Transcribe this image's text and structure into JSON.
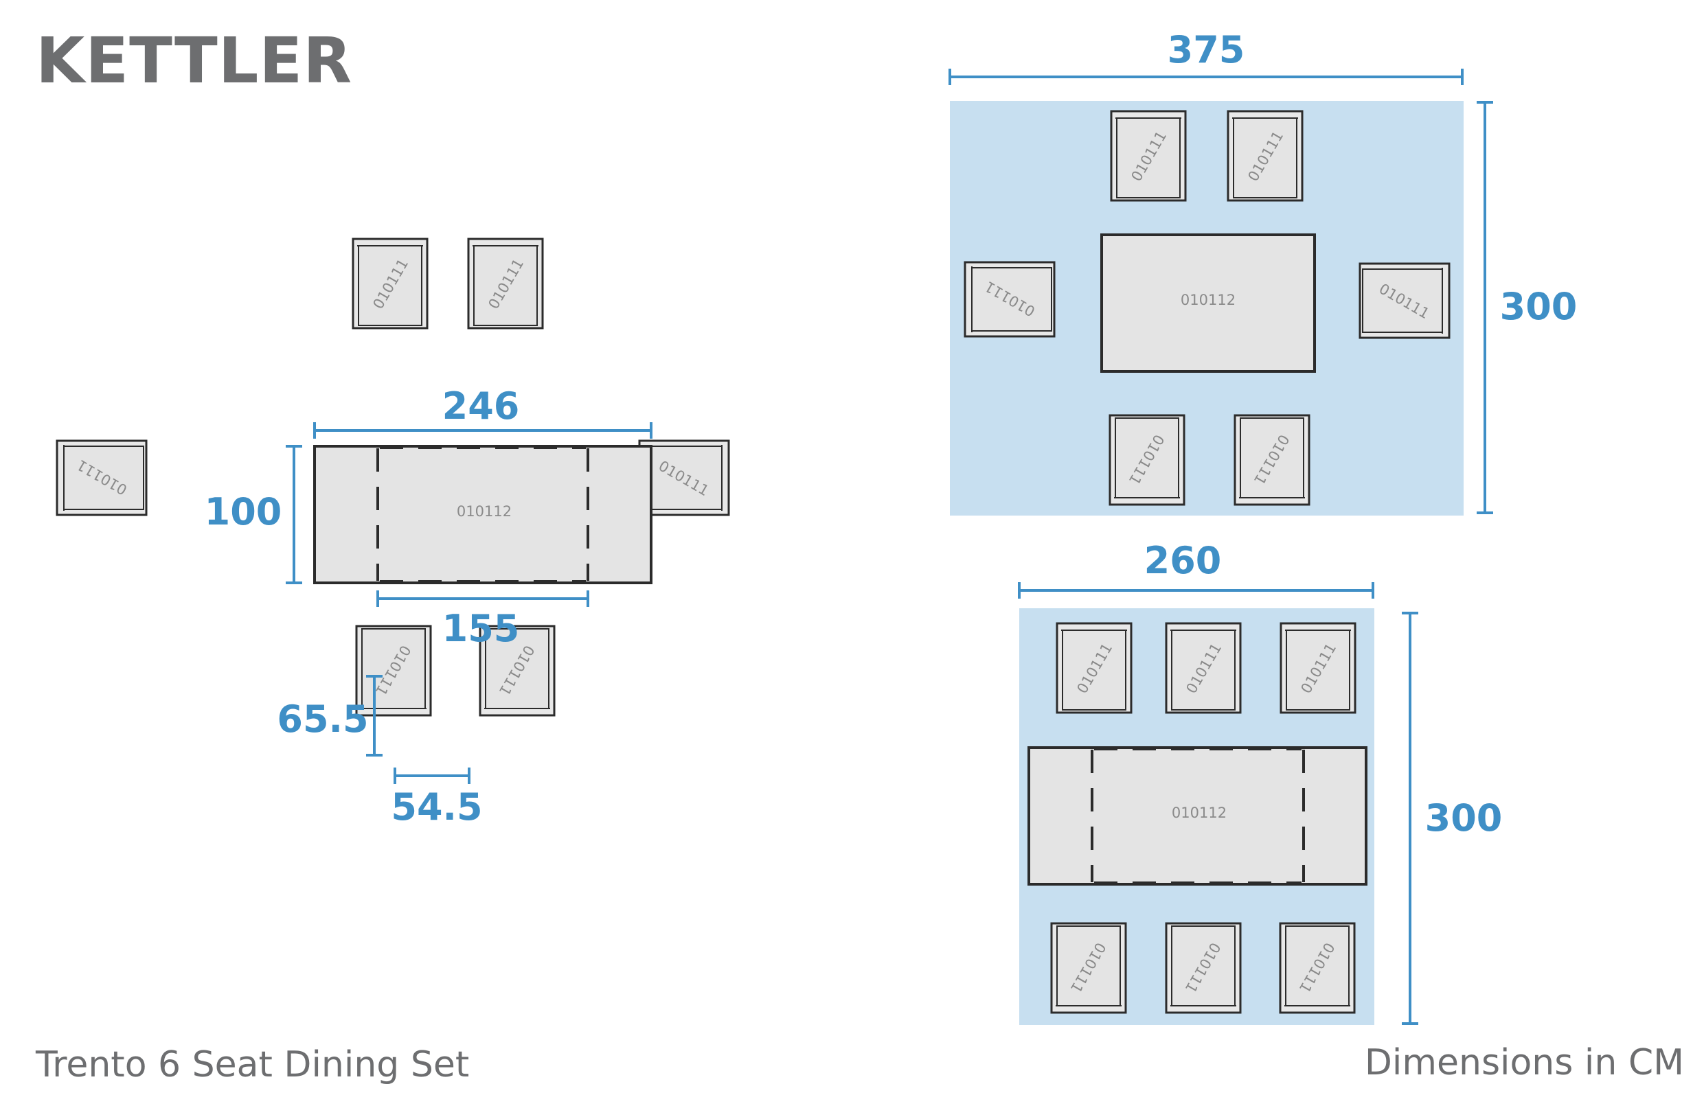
{
  "brand": {
    "logo_text": "KETTLER"
  },
  "title": "Trento 6 Seat Dining Set",
  "units_note": "Dimensions in CM",
  "codes": {
    "chair": "010111",
    "table": "010112"
  },
  "dimensions": {
    "table_length": "246",
    "table_width": "100",
    "table_inner_length": "155",
    "chair_depth": "65.5",
    "chair_width": "54.5",
    "area6_width": "375",
    "area6_depth": "300",
    "area8_width": "260",
    "area8_depth": "300"
  },
  "colors": {
    "accent": "#3f8fc6",
    "zone": "#c7dff0",
    "text": "#6d6e70",
    "outline": "#2b2b2b",
    "fill": "#e4e4e4"
  }
}
